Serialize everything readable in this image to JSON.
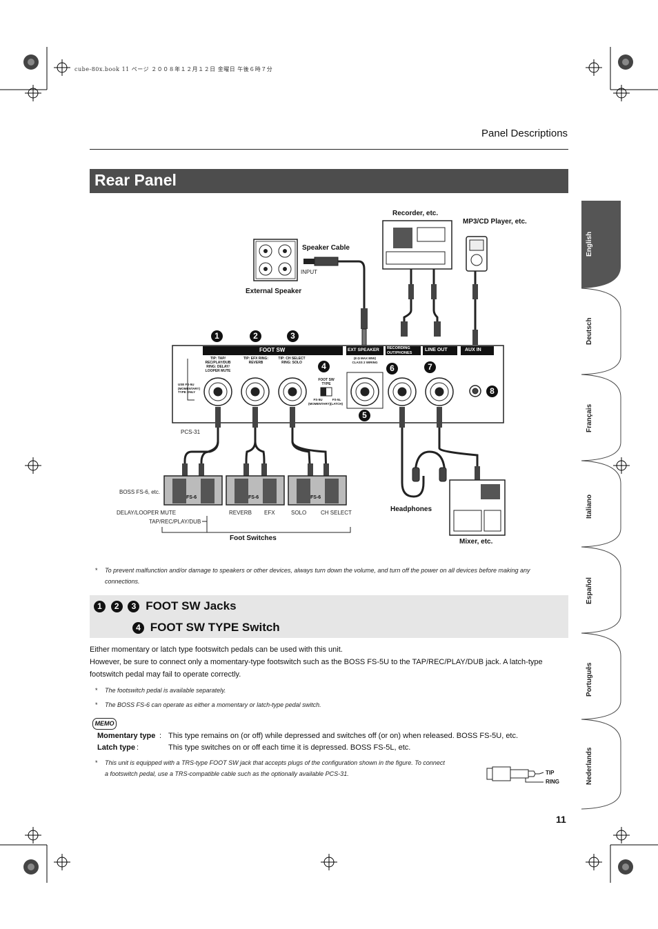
{
  "header": {
    "print_info": "cube-80x.book  11 ページ  ２００８年１２月１２日  金曜日  午後６時７分",
    "section": "Panel Descriptions"
  },
  "rear_panel": {
    "title": "Rear Panel"
  },
  "diagram": {
    "recorder": "Recorder, etc.",
    "mp3": "MP3/CD Player, etc.",
    "speaker_cable": "Speaker Cable",
    "input": "INPUT",
    "external_speaker": "External Speaker",
    "foot_sw": "FOOT SW",
    "ext_speaker": "EXT SPEAKER",
    "recording_out": "RECORDING OUT/PHONES",
    "line_out": "LINE OUT",
    "aux_in": "AUX IN",
    "tip_tap": "TIP: TAP/ REC/PLAY/DUB RING: DELAY/ LOOPER MUTE",
    "tip_efx": "TIP: EFX RING: REVERB",
    "tip_ch": "TIP: CH SELECT RING: SOLO",
    "use_fs": "USE FS-5U (MOMENTARY) TYPE ONLY",
    "foot_sw_type": "FOOT SW TYPE",
    "fs5u": "FS-5U (MOMENTARY)",
    "fs5l": "FS-5L (LATCH)",
    "ext_spec": "(8 Ω MAX 80W) CLASS 2 WIRING",
    "pcs31": "PCS-31",
    "boss_fs6": "BOSS FS-6, etc.",
    "delay_looper": "DELAY/LOOPER MUTE",
    "tap_rec": "TAP/REC/PLAY/DUB",
    "reverb": "REVERB",
    "efx": "EFX",
    "solo": "SOLO",
    "ch_select": "CH SELECT",
    "foot_switches": "Foot Switches",
    "headphones": "Headphones",
    "mixer": "Mixer, etc.",
    "fs6_label": "FS-6",
    "numbers": [
      "1",
      "2",
      "3",
      "4",
      "5",
      "6",
      "7",
      "8"
    ]
  },
  "caution": {
    "star": "*",
    "text1": "To prevent malfunction and/or damage to speakers or other devices, always turn down the volume, and turn off the power on all devices before making any",
    "text2": "connections."
  },
  "foot_section": {
    "n1": "1",
    "n2": "2",
    "n3": "3",
    "n4": "4",
    "title1": "FOOT SW Jacks",
    "title2": "FOOT SW TYPE Switch",
    "para1": "Either momentary or latch type footswitch pedals can be used with this unit.",
    "para2a": "However, be sure to connect only a momentary-type footswitch such as the BOSS FS-5U to the TAP/REC/PLAY/DUB jack. A latch-type",
    "para2b": "footswitch pedal may fail to operate correctly.",
    "note1": "The footswitch pedal is available separately.",
    "note2": "The BOSS FS-6 can operate as either a momentary or latch-type pedal switch.",
    "memo": "MEMO",
    "momentary_label": "Momentary type",
    "momentary_text": "This type remains on (or off) while depressed and switches off (or on) when released. BOSS FS-5U, etc.",
    "latch_label": "Latch type",
    "latch_text": "This type switches on or off each time it is depressed. BOSS FS-5L, etc.",
    "note3a": "This unit is equipped with a TRS-type FOOT SW jack that accepts plugs of the configuration shown in the figure. To connect",
    "note3b": "a footswitch pedal, use a TRS-compatible cable such as the optionally available PCS-31.",
    "tip": "TIP",
    "ring": "RING"
  },
  "sidebar": {
    "tabs": [
      "English",
      "Deutsch",
      "Français",
      "Italiano",
      "Español",
      "Português",
      "Nederlands"
    ]
  },
  "page_number": "11"
}
